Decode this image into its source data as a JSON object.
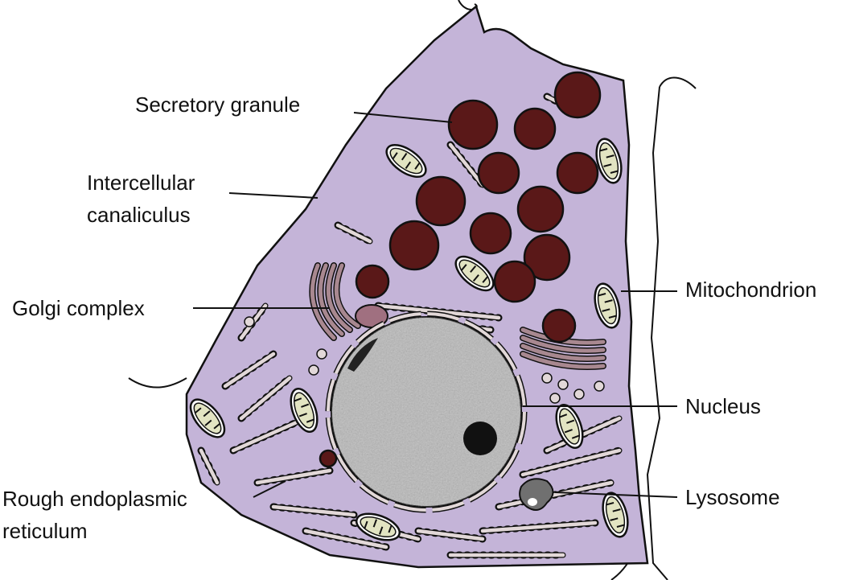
{
  "title": "Cell diagram",
  "colors": {
    "cytoplasm": "#c4b4d8",
    "granule": "#5a1818",
    "mitochondrion": "#e2e4c2",
    "er": "#e2d8d8",
    "nucleus": "#b8b8b8",
    "golgi": "#a88890",
    "lysosome": "#707070"
  },
  "labels": {
    "secretory_granule": "Secretory granule",
    "intercellular_1": "Intercellular",
    "intercellular_2": "canaliculus",
    "golgi": "Golgi complex",
    "rer_1": "Rough endoplasmic",
    "rer_2": "reticulum",
    "mitochondrion": "Mitochondrion",
    "nucleus": "Nucleus",
    "lysosome": "Lysosome"
  }
}
